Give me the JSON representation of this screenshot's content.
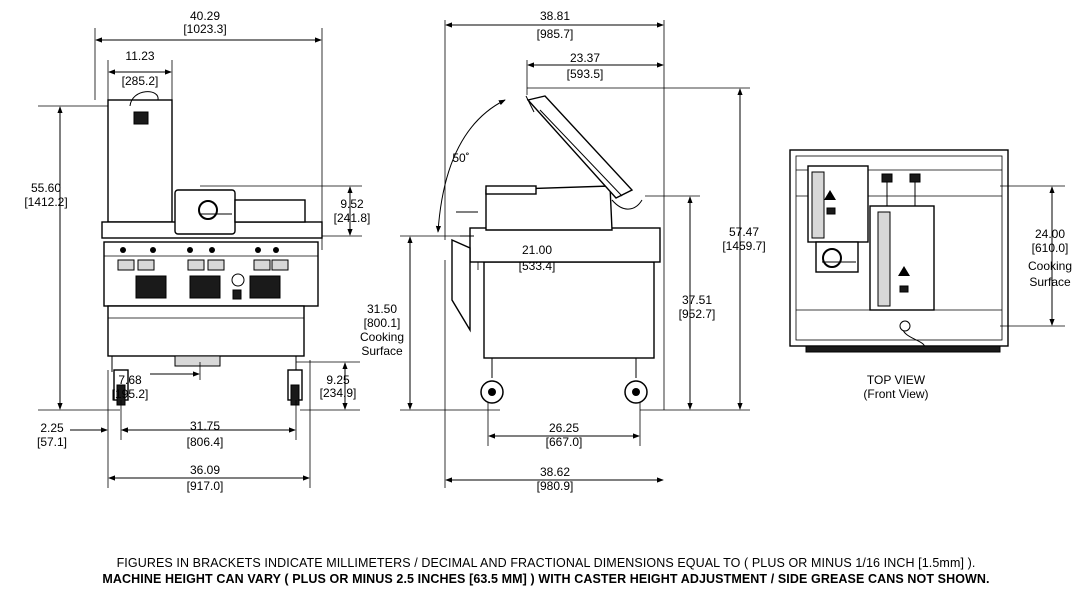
{
  "front_view": {
    "overall_width": "40.29",
    "overall_width_mm": "[1023.3]",
    "hood_width": "11.23",
    "hood_width_mm": "[285.2]",
    "overall_height": "55.60",
    "overall_height_mm": "[1412.2]",
    "handle_height": "9.52",
    "handle_height_mm": "[241.8]",
    "drawer_offset": "7.68",
    "drawer_offset_mm": "[195.2]",
    "leg_height": "9.25",
    "leg_height_mm": "[234.9]",
    "caster_offset": "2.25",
    "caster_offset_mm": "[57.1]",
    "caster_spacing": "31.75",
    "caster_spacing_mm": "[806.4]",
    "base_width": "36.09",
    "base_width_mm": "[917.0]"
  },
  "side_view": {
    "overall_depth_top": "38.81",
    "overall_depth_top_mm": "[985.7]",
    "platen_depth": "23.37",
    "platen_depth_mm": "[593.5]",
    "open_angle": "50˚",
    "cooking_depth": "21.00",
    "cooking_depth_mm": "[533.4]",
    "overall_height": "57.47",
    "overall_height_mm": "[1459.7]",
    "cooking_surface_height": "31.50",
    "cooking_surface_height_mm": "[800.1]",
    "cooking_surface_label_1": "Cooking",
    "cooking_surface_label_2": "Surface",
    "body_height": "37.51",
    "body_height_mm": "[952.7]",
    "caster_depth": "26.25",
    "caster_depth_mm": "[667.0]",
    "overall_depth_bottom": "38.62",
    "overall_depth_bottom_mm": "[980.9]"
  },
  "top_view": {
    "cooking_width": "24.00",
    "cooking_width_mm": "[610.0]",
    "label_1": "Cooking",
    "label_2": "Surface",
    "caption": "TOP VIEW",
    "subcaption": "(Front View)"
  },
  "notes": {
    "line1": "FIGURES IN BRACKETS INDICATE MILLIMETERS / DECIMAL AND FRACTIONAL DIMENSIONS EQUAL TO ( PLUS OR MINUS 1/16 INCH [1.5mm] ).",
    "line2": "MACHINE HEIGHT CAN VARY ( PLUS OR MINUS  2.5 INCHES [63.5 MM] ) WITH CASTER HEIGHT ADJUSTMENT / SIDE GREASE CANS NOT SHOWN."
  }
}
